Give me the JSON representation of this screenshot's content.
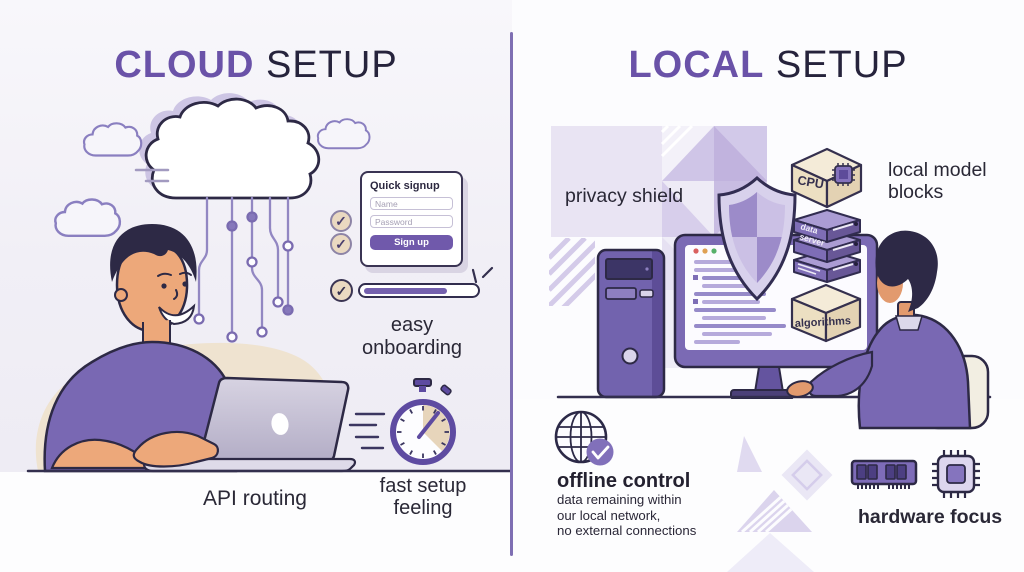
{
  "left": {
    "title": {
      "accent": "CLOUD",
      "rest": " SETUP"
    },
    "signup": {
      "title": "Quick signup",
      "name_placeholder": "Name",
      "password_placeholder": "Password",
      "submit_label": "Sign up"
    },
    "progress": {
      "fill_percent": 70
    },
    "captions": {
      "easy_onboarding": "easy onboarding",
      "api_routing": "API routing",
      "fast_setup_line1": "fast setup",
      "fast_setup_line2": "feeling"
    }
  },
  "right": {
    "title": {
      "accent": "LOCAL",
      "rest": " SETUP"
    },
    "labels": {
      "privacy_shield": "privacy shield",
      "local_model_blocks": [
        "local model",
        "blocks"
      ],
      "offline_control": "offline control",
      "offline_control_sub": [
        "data remaining within",
        "our local network,",
        "no external connections"
      ],
      "hardware_focus": "hardware focus"
    },
    "blocks": {
      "cpu": "CPU",
      "data_server": [
        "data",
        "server"
      ],
      "algorithms": "algorithms"
    }
  },
  "icons": {
    "check": "✓"
  },
  "colors": {
    "accent_purple": "#6a52a8",
    "title_dark": "#26233c",
    "text_dark": "#2a2836",
    "button_purple": "#7059ab",
    "progress_fill": "#7460ae",
    "beige": "#efe3d0",
    "shield_dark": "#9c8bc9",
    "shield_light": "#cbc0e5"
  }
}
